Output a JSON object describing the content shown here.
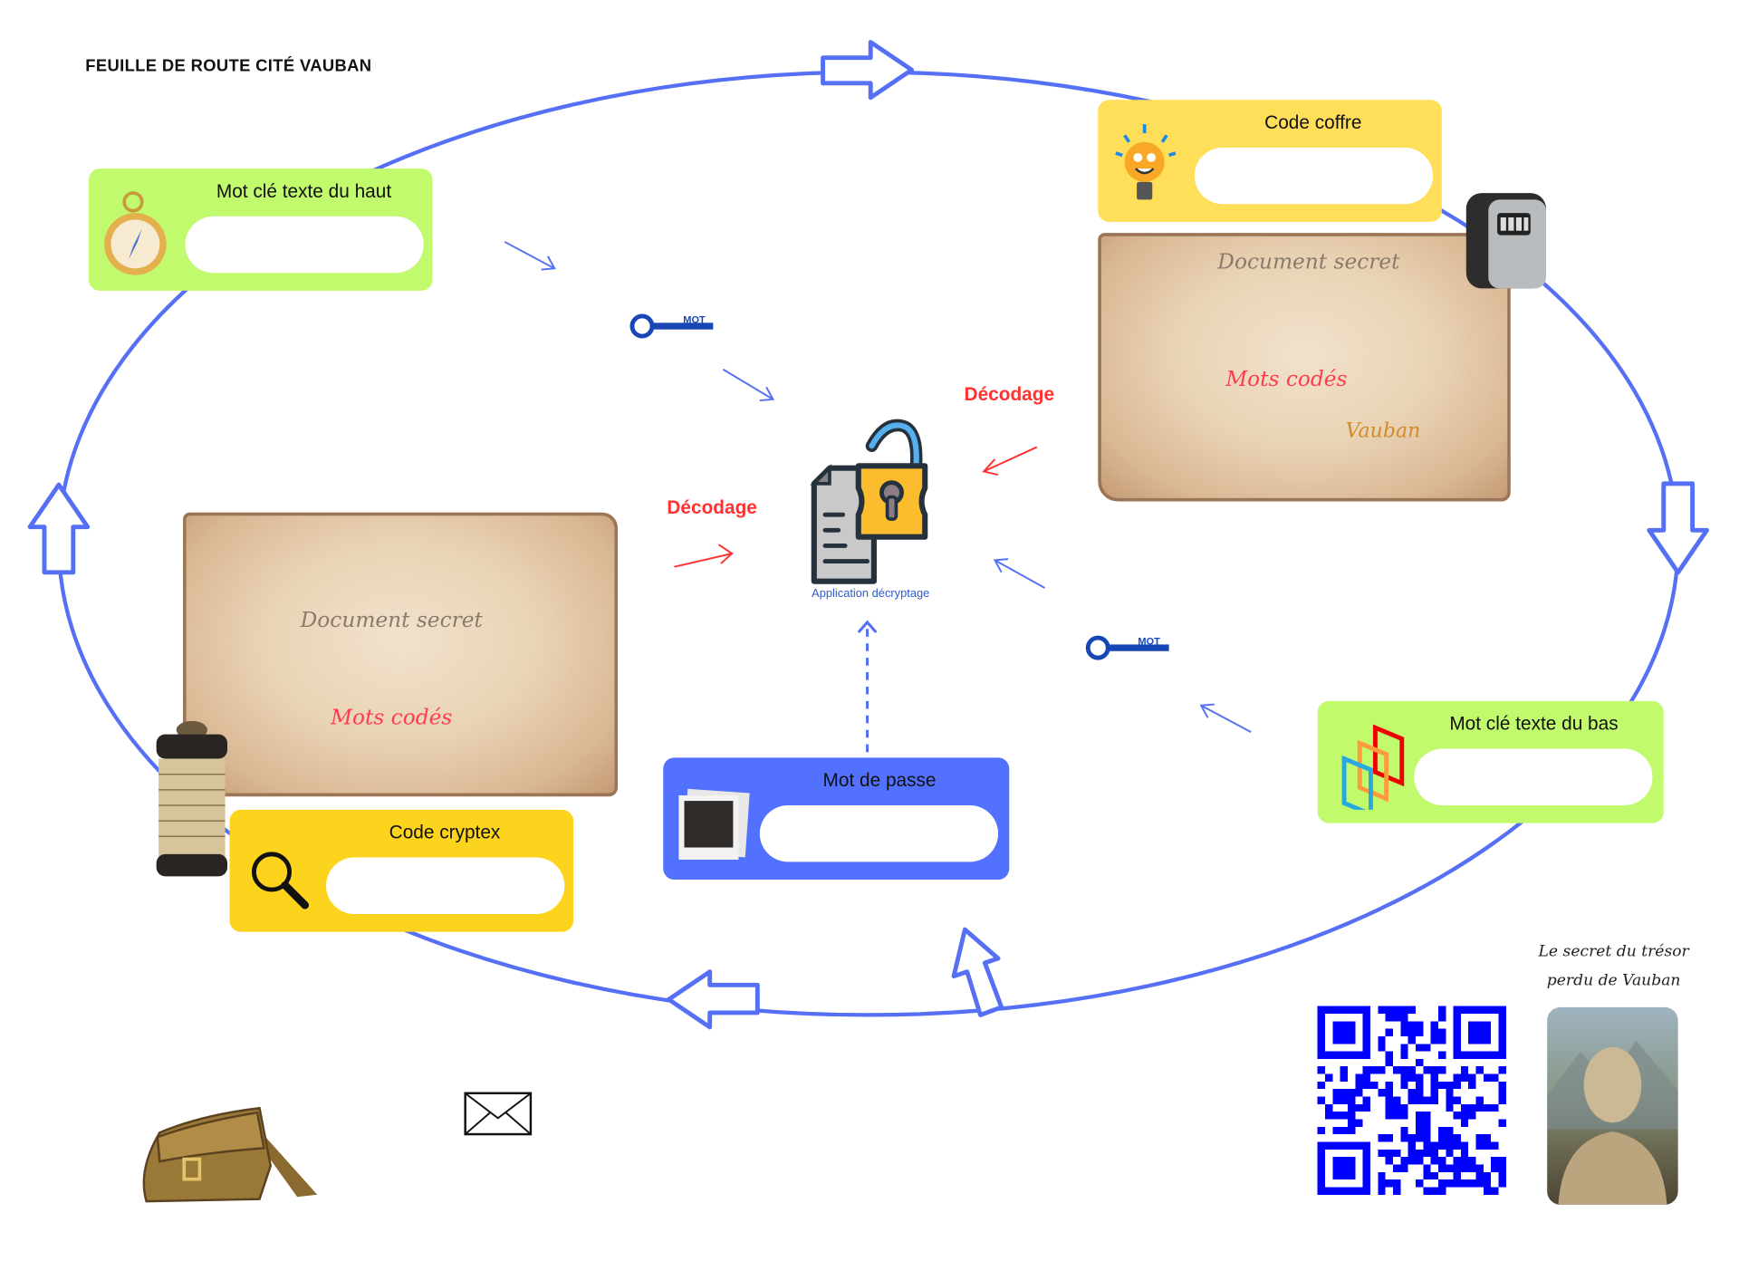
{
  "title": "FEUILLE DE ROUTE CITÉ VAUBAN",
  "boxes": {
    "mot_cle_haut": {
      "label": "Mot clé texte du haut",
      "value": "",
      "icon": "compass-icon"
    },
    "code_coffre": {
      "label": "Code coffre",
      "value": "",
      "icon": "lightbulb-icon"
    },
    "code_cryptex": {
      "label": "Code cryptex",
      "value": "",
      "icon": "magnifier-icon"
    },
    "mot_de_passe": {
      "label": "Mot de passe",
      "value": "",
      "icon": "photos-icon"
    },
    "mot_cle_bas": {
      "label": "Mot clé texte du bas",
      "value": "",
      "icon": "layers-icon"
    }
  },
  "documents": {
    "right": {
      "title": "Document secret",
      "words": "Mots codés",
      "signature": "Vauban"
    },
    "left": {
      "title": "Document secret",
      "words": "Mots codés"
    }
  },
  "decodage_labels": [
    "Décodage",
    "Décodage"
  ],
  "key_label": "MOT",
  "app_label": "Application décryptage",
  "caption_line1": "Le secret du trésor",
  "caption_line2": "perdu de Vauban",
  "colors": {
    "loop": "#5570f5",
    "green": "#c1fa6d",
    "yellow": "#ffde59",
    "yellow2": "#fdd41d",
    "blue": "#5271ff",
    "red": "#ff3131",
    "qr": "#0000ff"
  }
}
